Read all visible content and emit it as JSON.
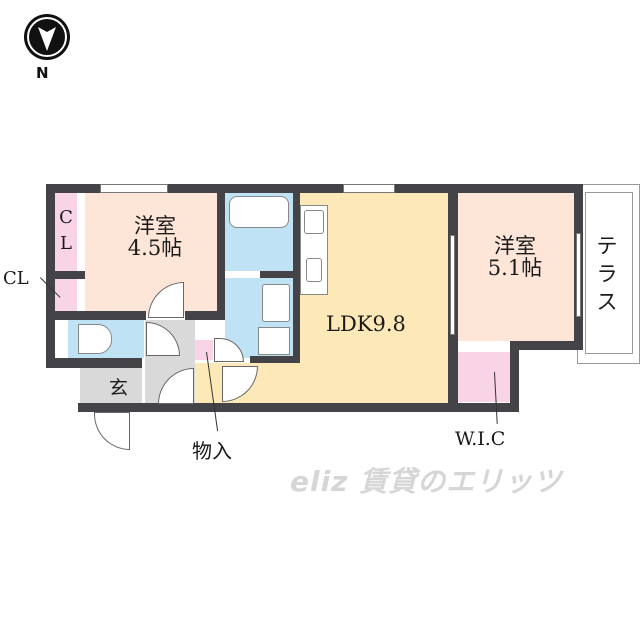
{
  "compass": {
    "icon": "north-arrow-icon",
    "label": "N"
  },
  "rooms": {
    "western_room_1": {
      "name": "洋室",
      "size": "4.5帖",
      "color": "#fde6d8"
    },
    "western_room_2": {
      "name": "洋室",
      "size": "5.1帖",
      "color": "#fde6d8"
    },
    "ldk": {
      "label": "LDK9.8",
      "color": "#fde8b8"
    },
    "terrace": {
      "label": "テラス",
      "color": "#ffffff"
    },
    "bath": {
      "color": "#bfe3f5"
    },
    "toilet": {
      "color": "#bfe3f5"
    },
    "washroom": {
      "color": "#bfe3f5"
    },
    "entrance": {
      "label": "玄",
      "color": "#d9d9d9"
    },
    "closet_inner": {
      "label": "CL",
      "color": "#f8d4e6"
    },
    "closet_outer": {
      "label": "CL",
      "color": "#f8d4e6"
    },
    "storage": {
      "label": "物入",
      "color": "#f8d4e6"
    },
    "walk_in_closet": {
      "label": "W.I.C",
      "color": "#f8d4e6"
    }
  },
  "colors": {
    "wall": "#444448",
    "background": "#ffffff"
  },
  "watermark": {
    "text": "eliz 賃貸のエリッツ"
  }
}
